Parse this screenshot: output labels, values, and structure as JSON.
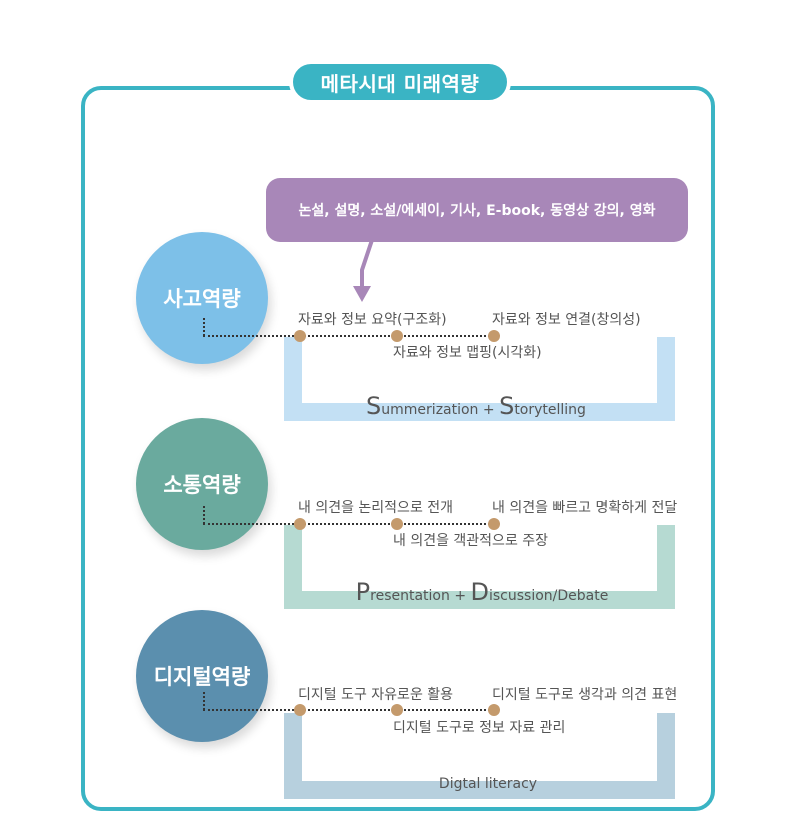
{
  "title": "메타시대 미래역량",
  "callout": "논설, 설명, 소설/에세이, 기사, E-book, 동영상 강의, 영화",
  "sections": [
    {
      "name": "사고역량",
      "color": "#7dc0e8",
      "bracket_color": "#c3e0f4",
      "items": [
        "자료와 정보 요약(구조화)",
        "자료와 정보 맵핑(시각화)",
        "자료와 정보 연결(창의성)"
      ],
      "footer": {
        "cap1": "S",
        "rest1": "ummerization + ",
        "cap2": "S",
        "rest2": "torytelling"
      }
    },
    {
      "name": "소통역량",
      "color": "#6aaa9e",
      "bracket_color": "#b6dad2",
      "items": [
        "내 의견을 논리적으로 전개",
        "내 의견을 객관적으로 주장",
        "내 의견을 빠르고 명확하게 전달"
      ],
      "footer": {
        "cap1": "P",
        "rest1": "resentation + ",
        "cap2": "D",
        "rest2": "iscussion/Debate"
      }
    },
    {
      "name": "디지털역량",
      "color": "#5b8fae",
      "bracket_color": "#b7d0de",
      "items": [
        "디지털 도구 자유로운 활용",
        "디지털 도구로 정보 자료 관리",
        "디지털 도구로 생각과 의견 표현"
      ],
      "footer": {
        "text": "Digtal literacy"
      }
    }
  ]
}
